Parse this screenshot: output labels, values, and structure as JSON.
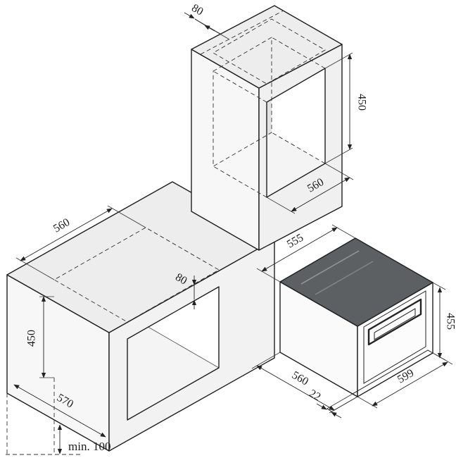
{
  "diagram": {
    "labels": {
      "upper_vent_gap": "80",
      "upper_niche_height": "450",
      "upper_niche_width": "560",
      "lower_niche_width": "560",
      "lower_niche_height": "450",
      "lower_vent_gap": "80",
      "lower_cabinet_depth": "570",
      "bottom_clearance": "min. 100",
      "oven_top_depth": "555",
      "oven_height": "455",
      "oven_depth": "560",
      "door_overhang": "22",
      "oven_width": "599"
    },
    "colors": {
      "line": "#1f1f1f",
      "face_light": "#f7f7f7",
      "face_mid": "#ededed",
      "interior_top": "#b5b5b5",
      "interior_side": "#cfcfcf",
      "interior_back": "#e3e3e3",
      "oven_top": "#5d6063"
    }
  }
}
